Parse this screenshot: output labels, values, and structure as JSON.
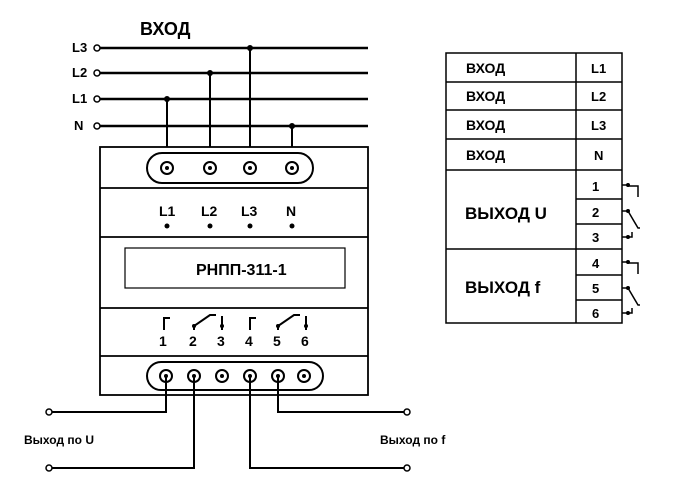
{
  "diagram": {
    "title": "ВХОД",
    "input_lines": [
      "L3",
      "L2",
      "L1",
      "N"
    ],
    "device": {
      "model": "РНПП-311-1",
      "top_terminal_labels": [
        "L1",
        "L2",
        "L3",
        "N"
      ],
      "relay_numbers": [
        "1",
        "2",
        "3",
        "4",
        "5",
        "6"
      ]
    },
    "outputs": {
      "u_label": "Выход по U",
      "f_label": "Выход по f"
    }
  },
  "table": {
    "input_rows": [
      {
        "label": "ВХОД",
        "value": "L1"
      },
      {
        "label": "ВХОД",
        "value": "L2"
      },
      {
        "label": "ВХОД",
        "value": "L3"
      },
      {
        "label": "ВХОД",
        "value": "N"
      }
    ],
    "output_u": {
      "label": "ВЫХОД U",
      "contacts": [
        "1",
        "2",
        "3"
      ]
    },
    "output_f": {
      "label": "ВЫХОД f",
      "contacts": [
        "4",
        "5",
        "6"
      ]
    }
  }
}
